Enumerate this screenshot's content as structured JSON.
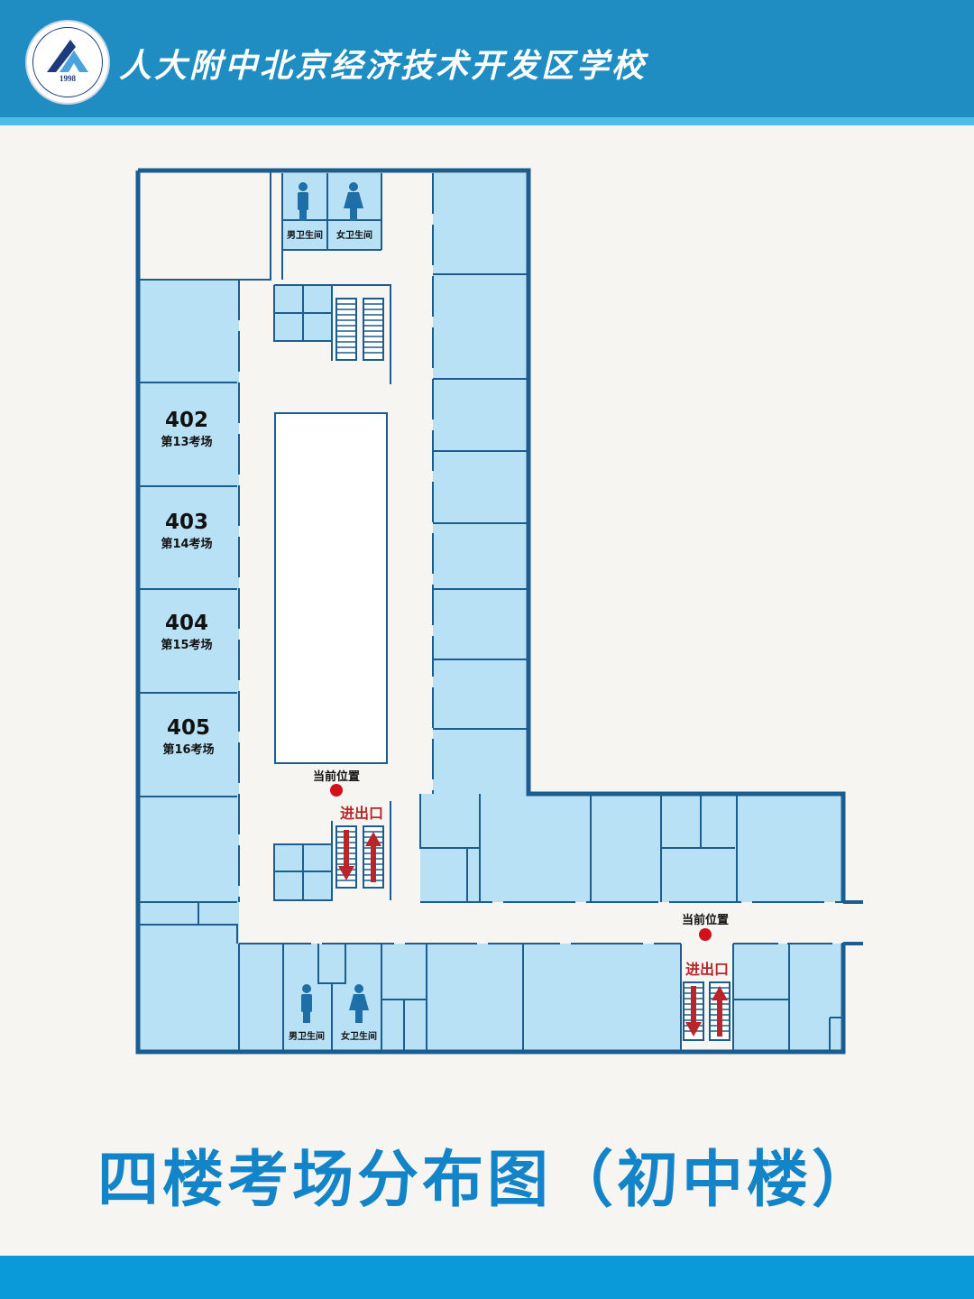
{
  "header": {
    "school_name": "人大附中北京经济技术开发区学校",
    "logo_year": "1998",
    "colors": {
      "bar": "#1f8dc2",
      "stripe": "#52bce8"
    }
  },
  "floor_plan": {
    "rooms": [
      {
        "number": "402",
        "exam_site": "第13考场"
      },
      {
        "number": "403",
        "exam_site": "第14考场"
      },
      {
        "number": "404",
        "exam_site": "第15考场"
      },
      {
        "number": "405",
        "exam_site": "第16考场"
      }
    ],
    "restrooms_top": {
      "male": "男卫生间",
      "female": "女卫生间"
    },
    "restrooms_bottom": {
      "male": "男卫生间",
      "female": "女卫生间"
    },
    "current_position": [
      {
        "label": "当前位置",
        "exit_label": "进出口"
      },
      {
        "label": "当前位置",
        "exit_label": "进出口"
      }
    ],
    "colors": {
      "room_fill": "#b9e1f6",
      "wall": "#1b5d8e",
      "marker": "#d0101a",
      "arrow": "#b8262c"
    }
  },
  "title": "四楼考场分布图（初中楼）",
  "footer": {
    "color": "#0b9ad9"
  }
}
